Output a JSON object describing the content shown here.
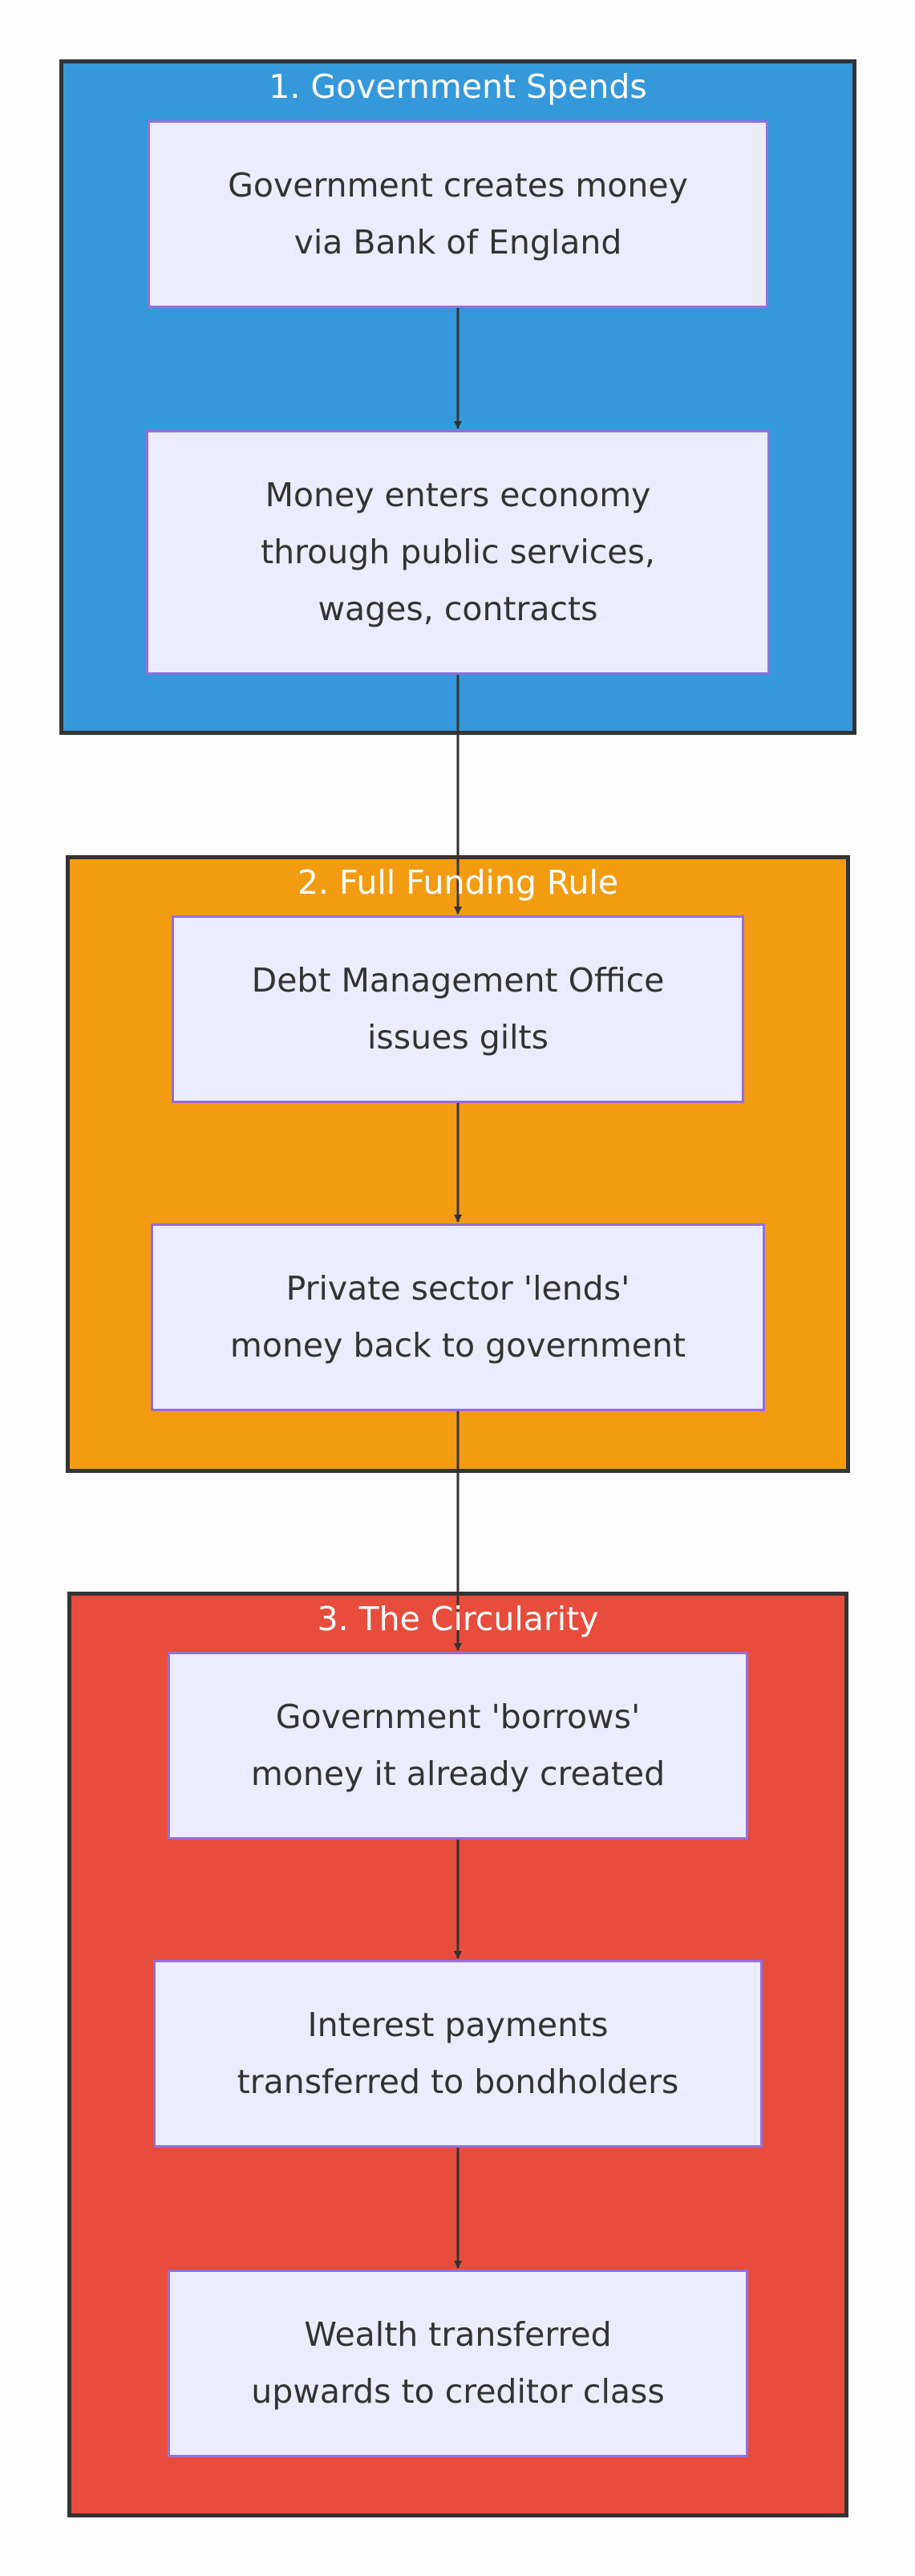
{
  "colors": {
    "group_1_fill": "#3498db",
    "group_2_fill": "#f39c12",
    "group_3_fill": "#e74c3c",
    "group_border": "#333333",
    "node_fill": "#ececff",
    "node_border": "#9370db",
    "edge": "#333333"
  },
  "groups": [
    {
      "title": "1. Government Spends"
    },
    {
      "title": "2. Full Funding Rule"
    },
    {
      "title": "3. The Circularity"
    }
  ],
  "nodes": [
    {
      "lines": [
        "Government creates money",
        "via Bank of England"
      ]
    },
    {
      "lines": [
        "Money enters economy",
        "through public services,",
        "wages, contracts"
      ]
    },
    {
      "lines": [
        "Debt Management Office",
        "issues gilts"
      ]
    },
    {
      "lines": [
        "Private sector 'lends'",
        "money back to government"
      ]
    },
    {
      "lines": [
        "Government 'borrows'",
        "money it already created"
      ]
    },
    {
      "lines": [
        "Interest payments",
        "transferred to bondholders"
      ]
    },
    {
      "lines": [
        "Wealth transferred",
        "upwards to creditor class"
      ]
    }
  ],
  "edges": [
    {
      "from": 0,
      "to": 1
    },
    {
      "from": 1,
      "to": 2
    },
    {
      "from": 2,
      "to": 3
    },
    {
      "from": 3,
      "to": 4
    },
    {
      "from": 4,
      "to": 5
    },
    {
      "from": 5,
      "to": 6
    }
  ]
}
